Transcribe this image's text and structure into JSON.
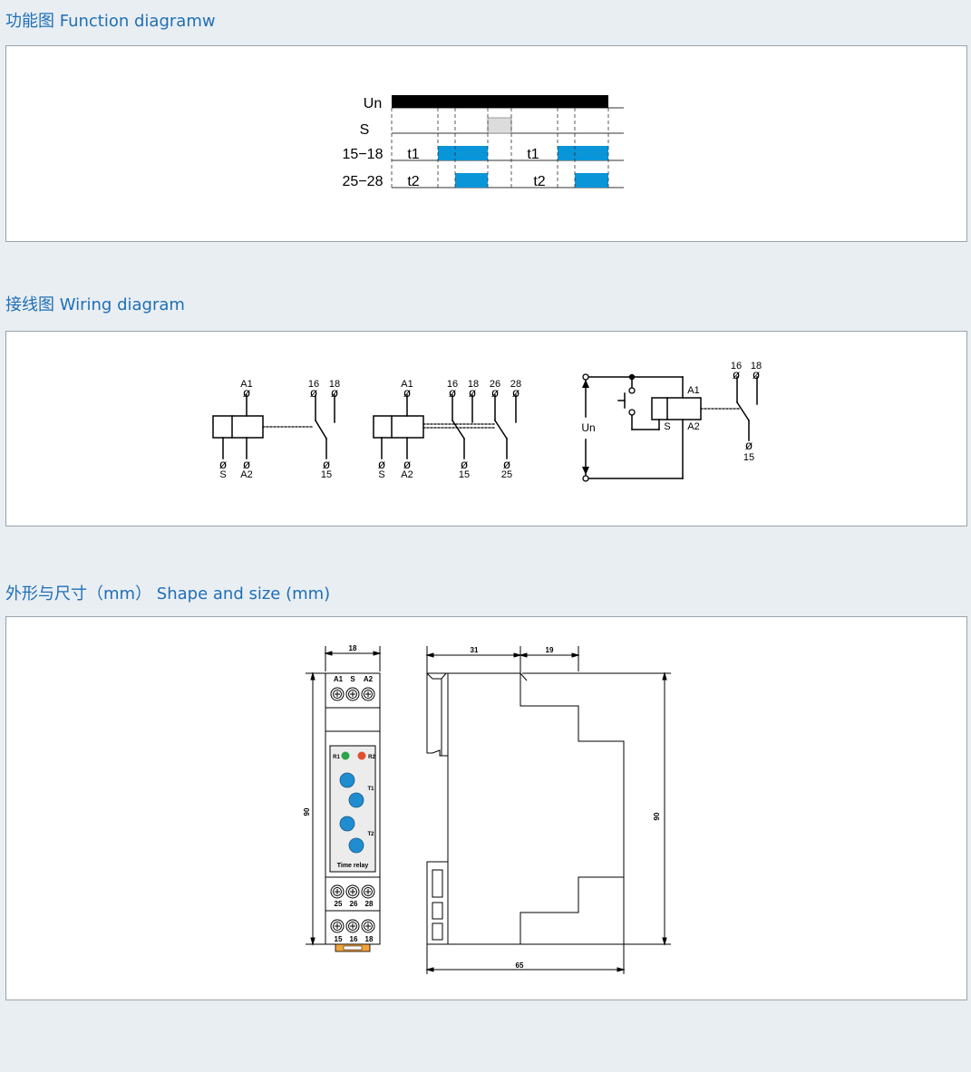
{
  "sections": {
    "function": {
      "title": "功能图 Function diagramw"
    },
    "wiring": {
      "title": "接线图 Wiring diagram"
    },
    "shape": {
      "title": "外形与尺寸（mm） Shape and size (mm)"
    }
  },
  "function_diagram": {
    "rows": [
      "Un",
      "S",
      "15−18",
      "25−28"
    ],
    "t1": "t1",
    "t2": "t2",
    "colors": {
      "supply": "#000000",
      "relay_on": "#0a95d9",
      "trigger": "#dcdcdc"
    }
  },
  "wiring": {
    "d1": {
      "a1": "A1",
      "s": "S",
      "a2": "A2",
      "t16": "16",
      "t18": "18",
      "t15": "15"
    },
    "d2": {
      "a1": "A1",
      "s": "S",
      "a2": "A2",
      "t16": "16",
      "t18": "18",
      "t26": "26",
      "t28": "28",
      "t15": "15",
      "t25": "25"
    },
    "d3": {
      "a1": "A1",
      "s": "S",
      "a2": "A2",
      "un": "Un",
      "t16": "16",
      "t18": "18",
      "t15": "15"
    }
  },
  "shape": {
    "dims": {
      "width": "18",
      "height_front": "90",
      "depth_a": "31",
      "depth_b": "19",
      "height_side": "90",
      "total_depth": "65"
    },
    "top_terminals": [
      "A1",
      "S",
      "A2"
    ],
    "bottom_terminals_1": [
      "25",
      "26",
      "28"
    ],
    "bottom_terminals_2": [
      "15",
      "16",
      "18"
    ],
    "leds": {
      "r1": "R1",
      "r2": "R2",
      "r1_color": "#2ca34a",
      "r2_color": "#e0502c"
    },
    "dial_labels": {
      "t1": "T1",
      "t2": "T2"
    },
    "product_label": "Time relay"
  }
}
